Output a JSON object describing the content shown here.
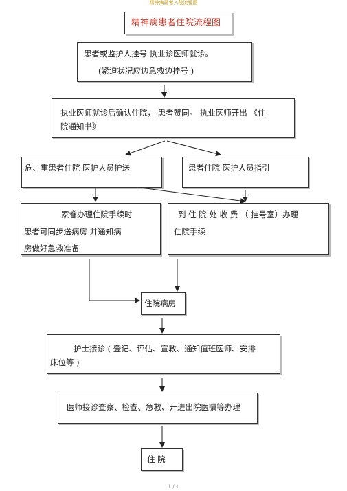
{
  "header": {
    "running_title": "精神病患者入院流程图"
  },
  "diagram": {
    "title": "精神病患者住院流程图",
    "step1": {
      "line1": "患者或监护人挂号         执业诊医师就诊。",
      "line2": "(紧迫状况应边急救边挂号      )"
    },
    "step2": {
      "line1": "执业医师就诊后确认住院，   患者赞同。  执业医师开出  《住",
      "line2": "院通知书》"
    },
    "branch_left": {
      "text": "危、重患者住院    医护人员护送"
    },
    "branch_right": {
      "text": "患者住院         医护人员指引"
    },
    "left_detail": {
      "line1": "家眷办理住院手续时",
      "line2": "患者可同步送病房           并通知病",
      "line3": "房做好急救准备"
    },
    "right_detail": {
      "line1": "到 住 院 处 收 费 （ 挂号室）办理",
      "line2": "住院手续"
    },
    "ward": {
      "text": "住院病房"
    },
    "nurse": {
      "line1": "护士接诊 ( 登记、评估、宣教、通知值班医师、安排",
      "line2": "床位等 )"
    },
    "doctor": {
      "text": "医师接诊查察、检查、急救、开进出院医嘱等办理"
    },
    "final": {
      "text": "住      院"
    }
  },
  "footer": {
    "page_number": "1 / 1"
  }
}
